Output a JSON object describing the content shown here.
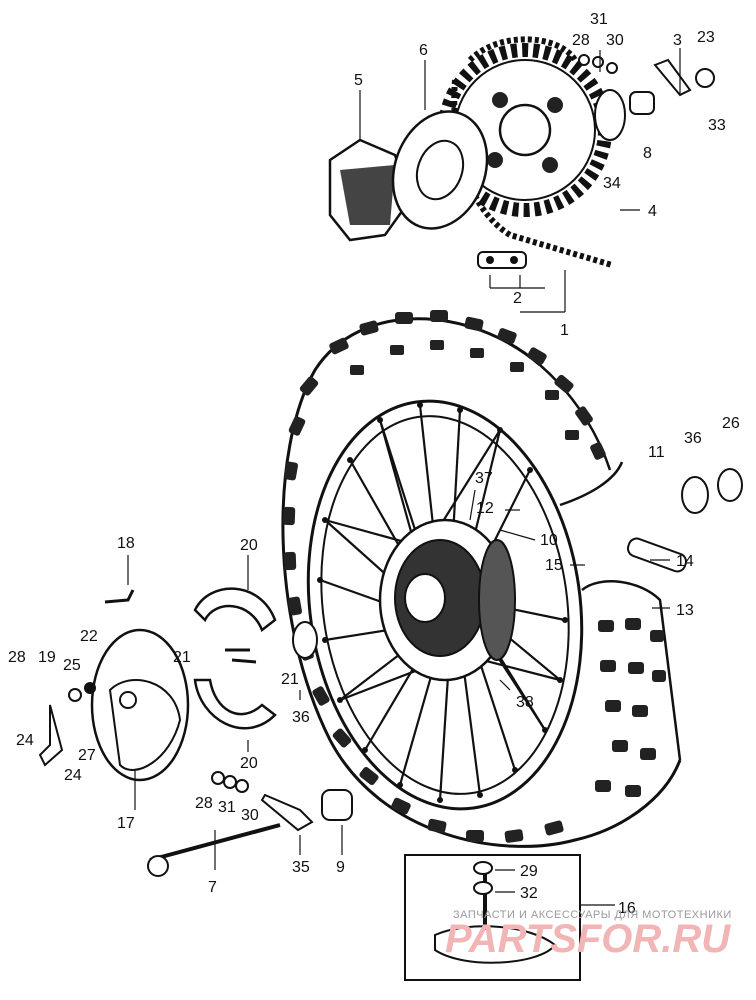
{
  "diagram": {
    "part_numbers": [
      "1",
      "2",
      "3",
      "4",
      "5",
      "6",
      "7",
      "8",
      "9",
      "10",
      "11",
      "12",
      "13",
      "14",
      "15",
      "16",
      "17",
      "18",
      "19",
      "20",
      "20",
      "21",
      "21",
      "22",
      "23",
      "24",
      "24",
      "25",
      "26",
      "27",
      "28",
      "28",
      "28",
      "29",
      "30",
      "30",
      "31",
      "31",
      "32",
      "33",
      "34",
      "35",
      "36",
      "36",
      "37",
      "38"
    ]
  },
  "watermark": {
    "caption": "ЗАПЧАСТИ И АКСЕССУАРЫ ДЛЯ МОТОТЕХНИКИ",
    "logo": "PARTSFOR.RU"
  }
}
